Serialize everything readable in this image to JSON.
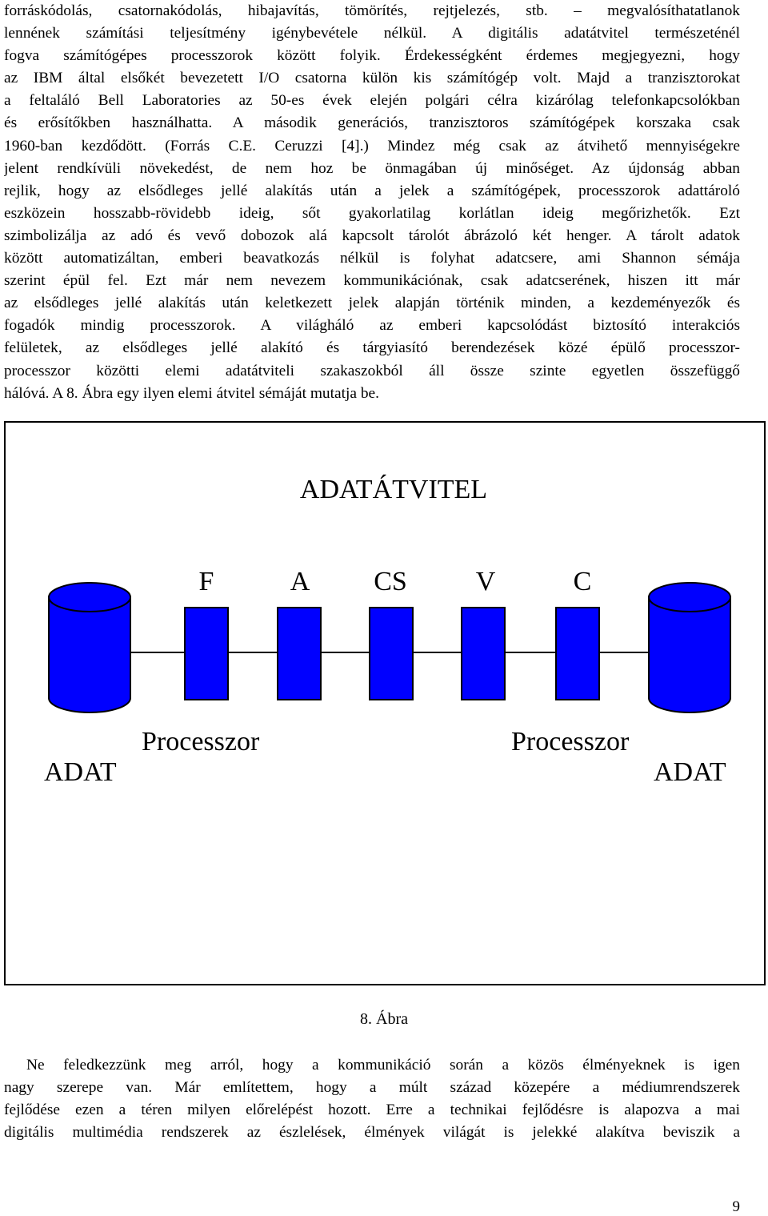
{
  "paragraph_top": {
    "lines": [
      "forráskódolás, csatornakódolás, hibajavítás, tömörítés, rejtjelezés, stb. – megvalósíthatatlanok",
      "lennének számítási teljesítmény igénybevétele nélkül. A digitális adatátvitel természeténél",
      "fogva számítógépes processzorok között folyik. Érdekességként érdemes megjegyezni, hogy",
      "az IBM által elsőkét bevezetett I/O csatorna külön kis számítógép volt. Majd a tranzisztorokat",
      "a feltaláló Bell Laboratories az 50-es évek elején polgári célra kizárólag telefonkapcsolókban",
      "és erősítőkben használhatta. A második generációs, tranzisztoros számítógépek korszaka csak",
      "1960-ban kezdődött. (Forrás C.E. Ceruzzi [4].) Mindez még csak az átvihető mennyiségekre",
      "jelent rendkívüli növekedést, de nem hoz be önmagában új minőséget. Az újdonság abban",
      "rejlik, hogy az elsődleges jellé alakítás után a jelek a számítógépek, processzorok adattároló",
      "eszközein hosszabb-rövidebb ideig, sőt gyakorlatilag korlátlan ideig megőrizhetők. Ezt",
      "szimbolizálja az adó és vevő dobozok alá kapcsolt tárolót ábrázoló két henger. A tárolt adatok",
      "között automatizáltan, emberi beavatkozás nélkül is folyhat adatcsere, ami Shannon sémája",
      "szerint épül fel. Ezt már nem nevezem kommunikációnak, csak adatcserének, hiszen itt már",
      "az elsődleges jellé alakítás után keletkezett jelek alapján történik minden, a kezdeményezők és",
      "fogadók mindig processzorok. A világháló az emberi kapcsolódást biztosító interakciós",
      "felületek, az elsődleges jellé alakító és tárgyiasító berendezések közé épülő processzor-",
      "processzor közötti elemi adatátviteli szakaszokból áll össze szinte egyetlen összefüggő",
      "hálóvá. A 8. Ábra egy ilyen elemi átvitel sémáját mutatja be."
    ]
  },
  "figure": {
    "title": "ADATÁTVITEL",
    "stage_labels": [
      "F",
      "A",
      "CS",
      "V",
      "C"
    ],
    "left_data_label": "ADAT",
    "right_data_label": "ADAT",
    "left_processor_label": "Processzor",
    "right_processor_label": "Processzor",
    "colors": {
      "shape_fill": "#0000ff",
      "outline": "#000000",
      "background": "#ffffff"
    }
  },
  "caption": "8. Ábra",
  "paragraph_bottom": {
    "lines": [
      "Ne feledkezzünk meg arról, hogy a kommunikáció során a közös élményeknek is igen",
      "nagy szerepe van. Már említettem, hogy a múlt század közepére a médiumrendszerek",
      "fejlődése ezen a téren milyen előrelépést hozott. Erre a technikai fejlődésre is alapozva a mai",
      "digitális multimédia rendszerek az észlelések, élmények világát is jelekké alakítva beviszik a"
    ]
  },
  "page_number": "9"
}
